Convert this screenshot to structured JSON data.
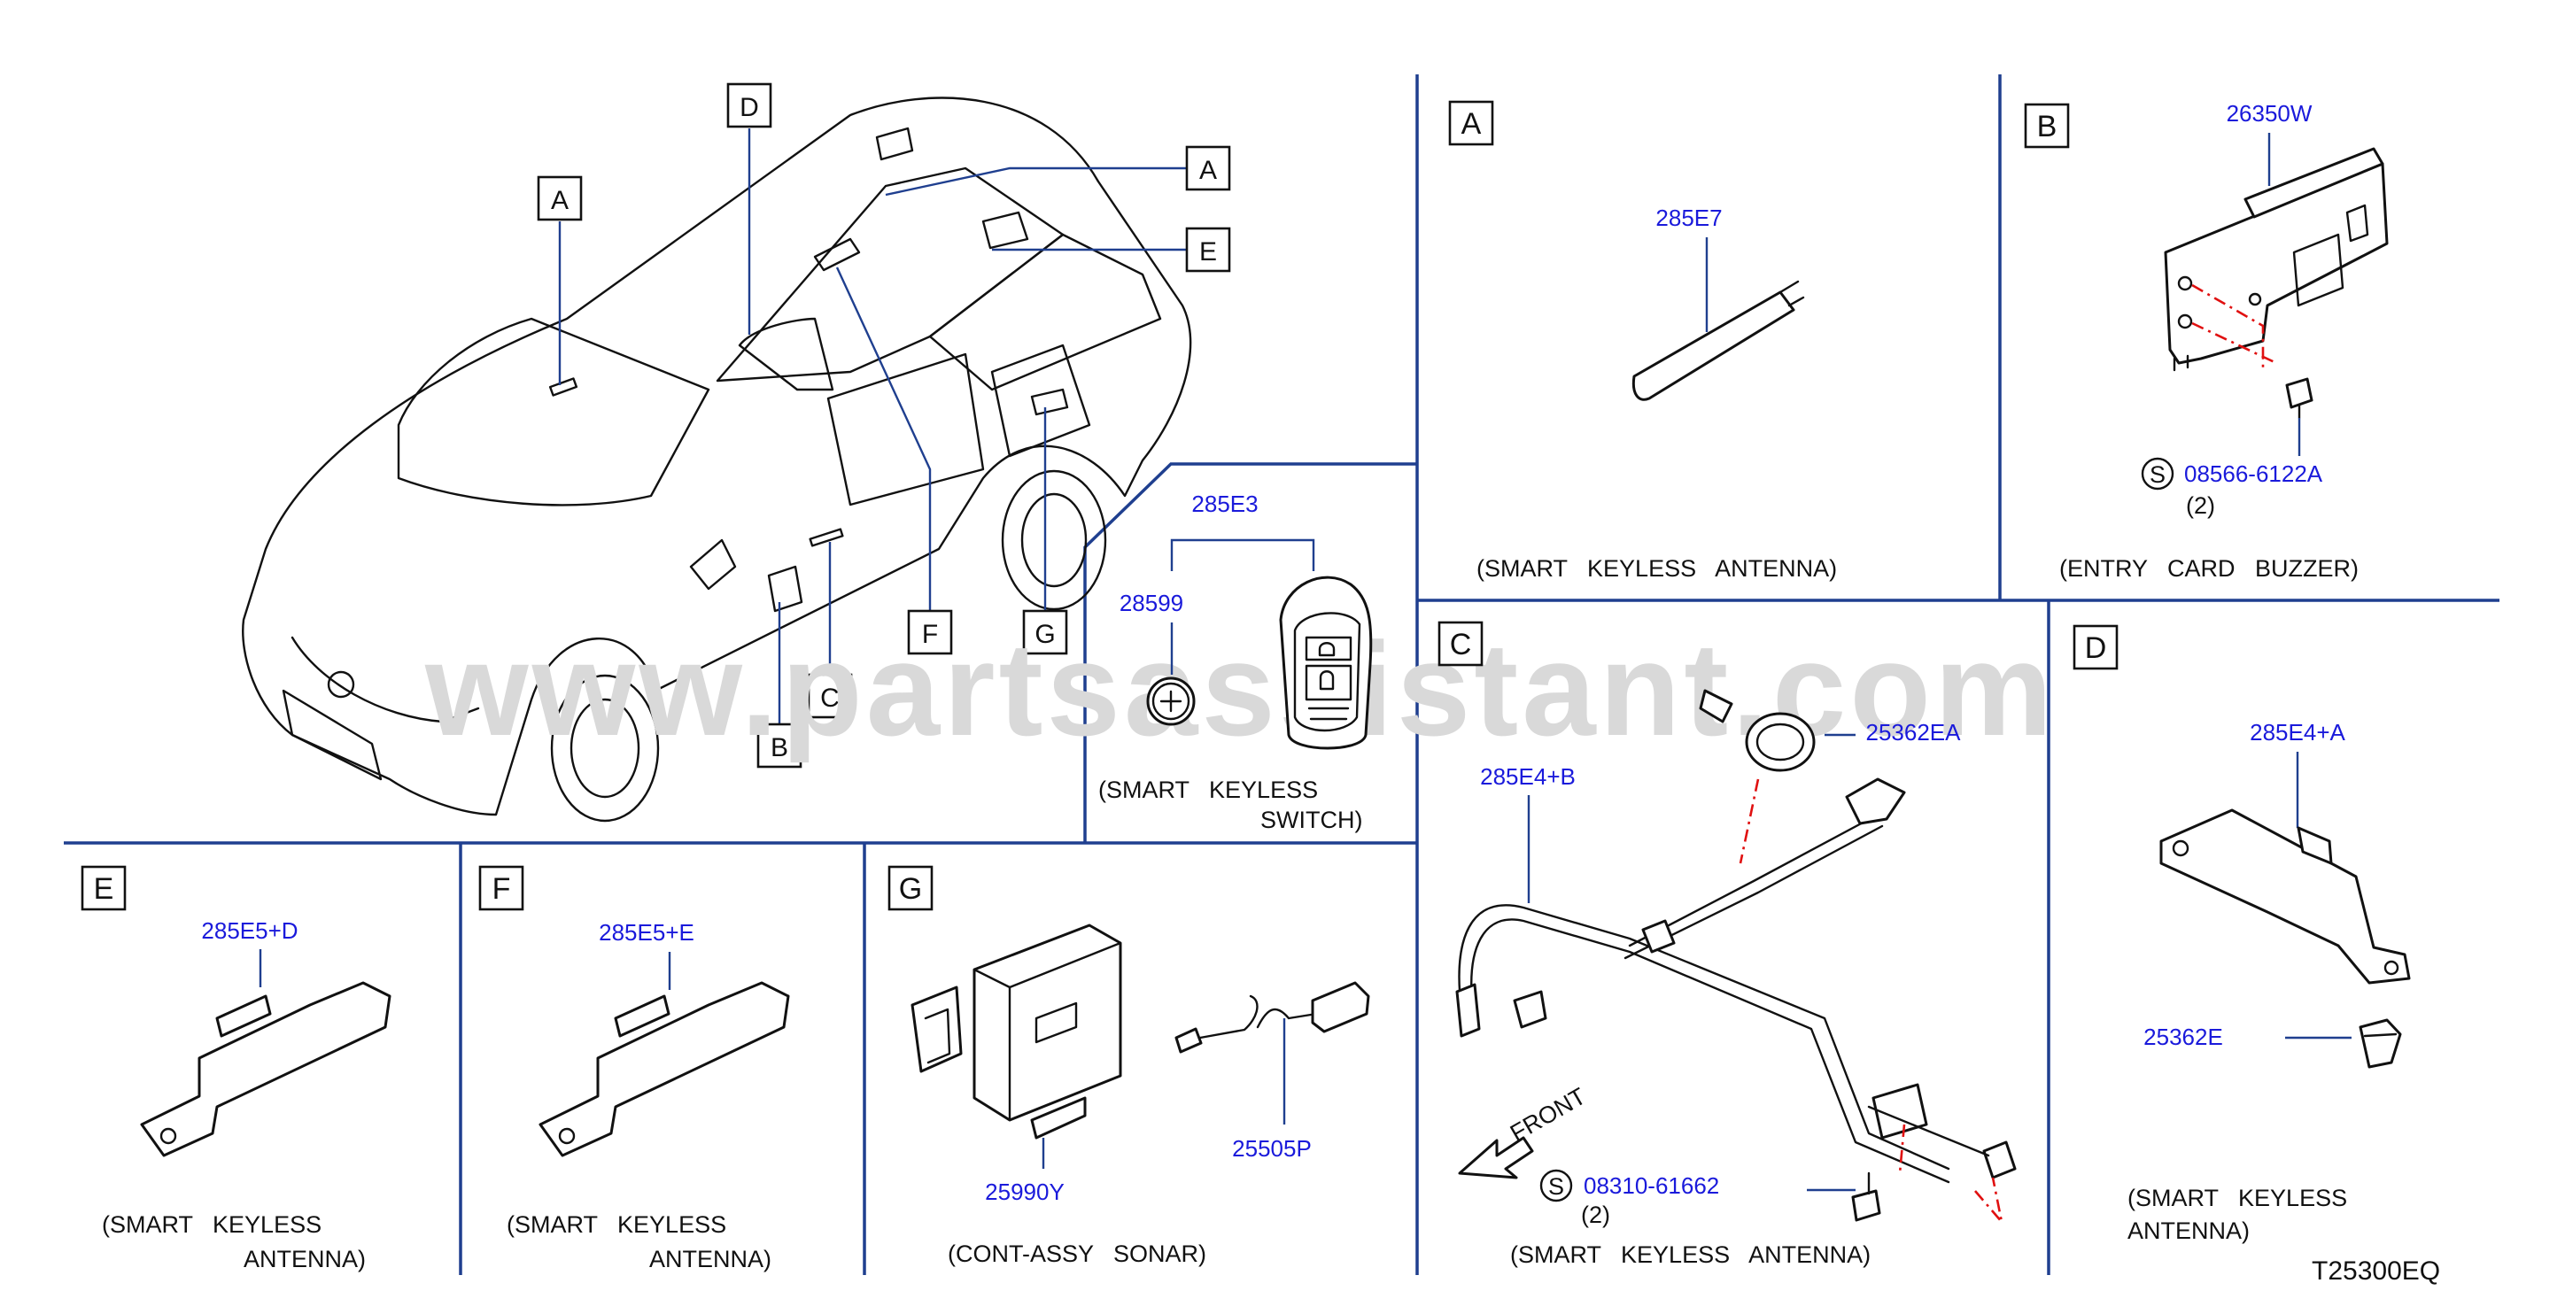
{
  "watermark": "www.partsassistant.com",
  "diagram_code": "T25300EQ",
  "overview_callouts": [
    "A",
    "B",
    "C",
    "D",
    "E",
    "F",
    "G",
    "A"
  ],
  "panels": {
    "A": {
      "letter": "A",
      "part": "285E7",
      "caption": [
        "(SMART   KEYLESS   ANTENNA)"
      ]
    },
    "B": {
      "letter": "B",
      "part": "26350W",
      "screw_symbol": "S",
      "screw": "08566-6122A",
      "screw_qty": "(2)",
      "caption": [
        "(ENTRY   CARD   BUZZER)"
      ]
    },
    "C": {
      "letter": "C",
      "part_harness": "285E4+B",
      "part_clamp": "25362EA",
      "screw_symbol": "S",
      "screw": "08310-61662",
      "screw_qty": "(2)",
      "front": "FRONT",
      "caption": [
        "(SMART   KEYLESS   ANTENNA)"
      ]
    },
    "D": {
      "letter": "D",
      "part": "285E4+A",
      "part_clip": "25362E",
      "caption": [
        "(SMART   KEYLESS",
        "ANTENNA)"
      ]
    },
    "E": {
      "letter": "E",
      "part": "285E5+D",
      "caption": [
        "(SMART   KEYLESS",
        "ANTENNA)"
      ]
    },
    "F": {
      "letter": "F",
      "part": "285E5+E",
      "caption": [
        "(SMART   KEYLESS",
        "ANTENNA)"
      ]
    },
    "G": {
      "letter": "G",
      "part_unit": "25990Y",
      "part_sensor": "25505P",
      "caption": [
        "(CONT-ASSY   SONAR)"
      ]
    },
    "switch": {
      "part_group": "285E3",
      "part_battery": "28599",
      "caption": [
        "(SMART   KEYLESS",
        "SWITCH)"
      ]
    }
  },
  "colors": {
    "separator": "#1f3f8f",
    "part_number": "#1a1adb",
    "fastening_line": "#e01010",
    "watermark": "#d9d9d9"
  }
}
